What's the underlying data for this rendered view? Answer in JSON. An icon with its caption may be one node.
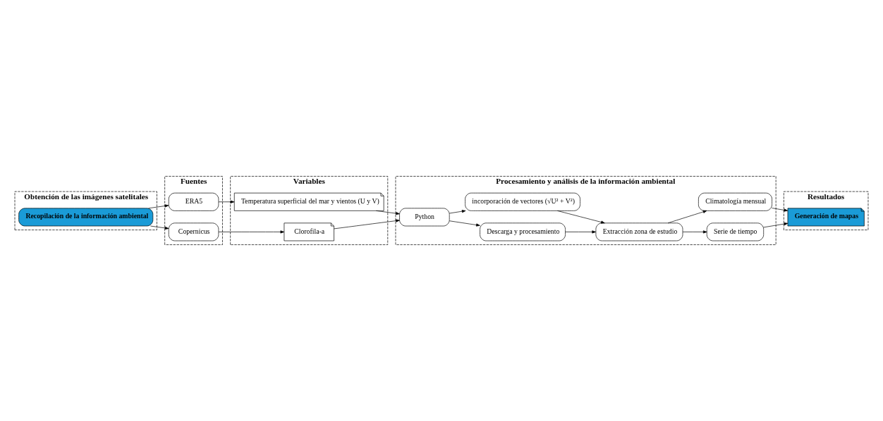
{
  "diagram": {
    "nodes": [
      {
        "text": [
          "Obtención de las imágenes satelitales"
        ]
      },
      {
        "text": [
          "Recopilación de la información ambiental"
        ],
        "in": 0
      },
      {
        "text": [
          "Fuentes"
        ]
      },
      {
        "text": [
          "ERA5"
        ],
        "in": 2
      },
      {
        "text": [
          "Copernicus"
        ],
        "in": 2
      },
      {
        "text": [
          "Variables"
        ]
      },
      {
        "text": [
          "Temperatura superficial del mar y vientos (U y V)"
        ],
        "in": 5
      },
      {
        "text": [
          "Clorofila-a"
        ],
        "in": 5
      },
      {
        "text": [
          "Procesamiento y análisis de la información ambiental"
        ]
      },
      {
        "text": [
          "Python"
        ],
        "in": 8
      },
      {
        "text": [
          "Descarga y procesamiento"
        ],
        "in": 8
      },
      {
        "text": [
          "incorporación de vectores (√U² + V²)"
        ],
        "in": 8
      },
      {
        "text": [
          "Extracción zona de estudio"
        ],
        "in": 8
      },
      {
        "text": [
          "Serie de tiempo"
        ],
        "in": 8
      },
      {
        "text": [
          "Climatología mensual"
        ],
        "in": 8
      },
      {
        "text": [
          "Resultados"
        ]
      },
      {
        "text": [
          "Generación de mapas"
        ],
        "in": 15
      }
    ],
    "edges": [
      {
        "from": 1,
        "to": 3,
        "arrow": "to"
      },
      {
        "from": 1,
        "to": 4,
        "arrow": "to"
      },
      {
        "from": 3,
        "to": 6,
        "arrow": "to"
      },
      {
        "from": 4,
        "to": 7,
        "arrow": "to"
      },
      {
        "from": 6,
        "to": 9,
        "arrow": "to"
      },
      {
        "from": 7,
        "to": 9,
        "arrow": "to"
      },
      {
        "from": 9,
        "to": 10,
        "arrow": "to"
      },
      {
        "from": 9,
        "to": 11,
        "arrow": "to"
      },
      {
        "from": 10,
        "to": 12,
        "arrow": "to"
      },
      {
        "from": 11,
        "to": 12,
        "arrow": "to"
      },
      {
        "from": 12,
        "to": 13,
        "arrow": "to"
      },
      {
        "from": 12,
        "to": 14,
        "arrow": "to"
      },
      {
        "from": 13,
        "to": 16,
        "arrow": "to"
      },
      {
        "from": 14,
        "to": 16,
        "arrow": "to"
      }
    ]
  }
}
